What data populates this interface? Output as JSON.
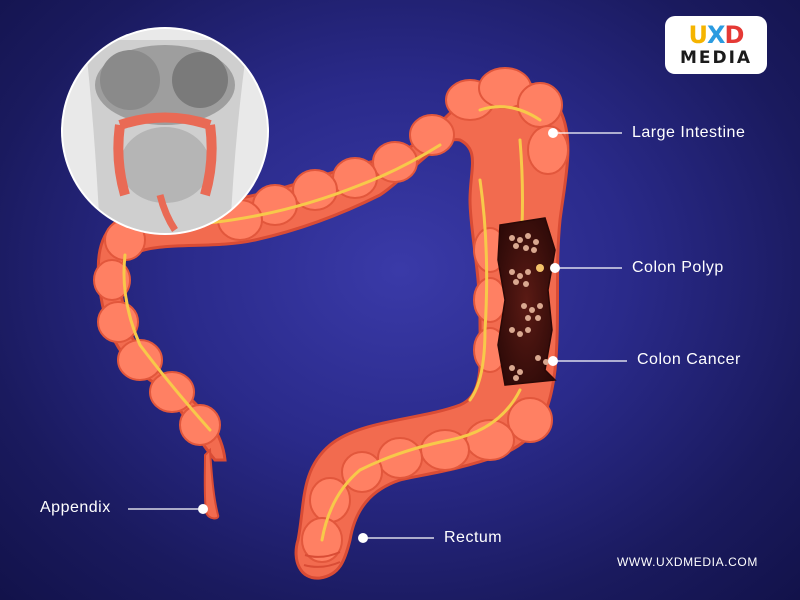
{
  "labels": {
    "large_intestine": "Large  Intestine",
    "colon_polyp": "Colon  Polyp",
    "colon_cancer": "Colon  Cancer",
    "appendix": "Appendix",
    "rectum": "Rectum"
  },
  "logo": {
    "letter_1": "U",
    "letter_2": "X",
    "letter_3": "D",
    "letter_4": "",
    "media": "MEDIA"
  },
  "website": "WWW.UXDMEDIA.COM",
  "colors": {
    "background": "#2a2a8a",
    "intestine": "#f26b4f",
    "intestine_highlight": "#ff8a70",
    "intestine_shadow": "#d94c35",
    "vessel": "#f7c94a",
    "tumor": "#4a1410",
    "polyp": "#e0b7a0",
    "leader_line": "#ffffff"
  }
}
